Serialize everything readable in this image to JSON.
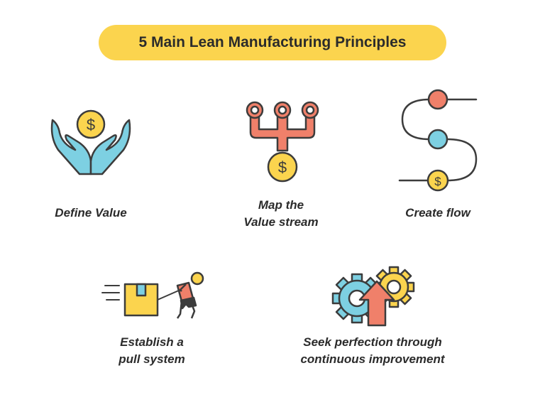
{
  "title": "5 Main Lean Manufacturing Principles",
  "principles": [
    {
      "id": "define-value",
      "lines": [
        "Define Value"
      ],
      "icon": "hands-coin-icon"
    },
    {
      "id": "map-value-stream",
      "lines": [
        "Map the",
        "Value stream"
      ],
      "icon": "value-stream-icon"
    },
    {
      "id": "create-flow",
      "lines": [
        "Create flow"
      ],
      "icon": "flow-path-icon"
    },
    {
      "id": "pull-system",
      "lines": [
        "Establish a",
        "pull system"
      ],
      "icon": "person-pulling-box-icon"
    },
    {
      "id": "seek-perfection",
      "lines": [
        "Seek perfection through",
        "continuous improvement"
      ],
      "icon": "gears-arrow-icon"
    }
  ],
  "coin_symbol": "$",
  "colors": {
    "yellow": "#fbd44e",
    "blue": "#7dd0e2",
    "coral": "#f0806a",
    "outline": "#3c3c3c",
    "text": "#2b2b2b"
  }
}
